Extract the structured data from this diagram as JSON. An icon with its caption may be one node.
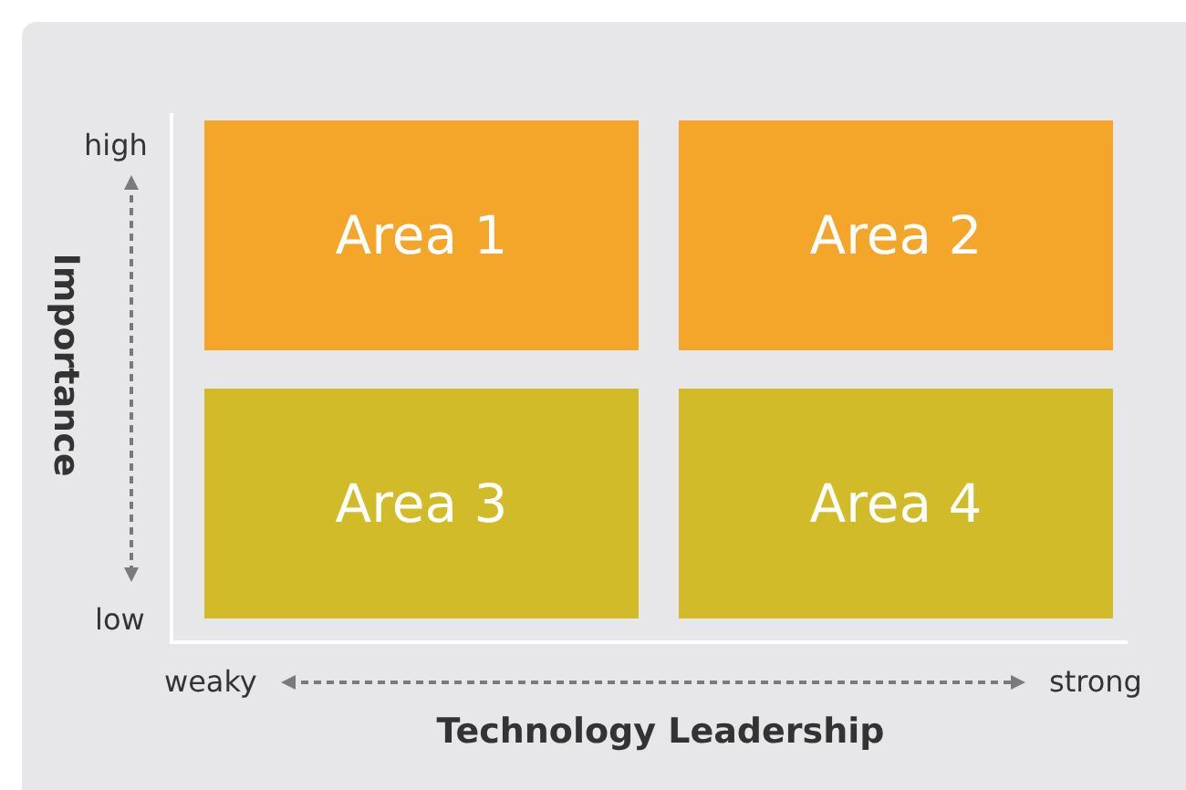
{
  "diagram": {
    "nodes": [
      {
        "text": [
          "Area 1"
        ]
      },
      {
        "text": [
          "Area 2"
        ]
      },
      {
        "text": [
          "Area 3"
        ]
      },
      {
        "text": [
          "Area 4"
        ]
      }
    ],
    "labels": [
      "high",
      "Importance",
      "low",
      "weaky",
      "strong",
      "Technology Leadership"
    ]
  }
}
